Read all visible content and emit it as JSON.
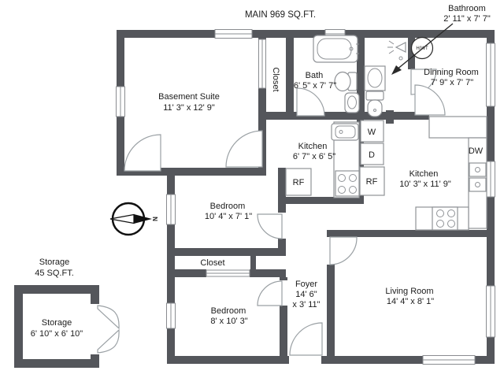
{
  "title": "MAIN  969 SQ.FT.",
  "callout": {
    "name": "Bathroom",
    "dims": "2' 11\" x 7' 7\""
  },
  "rooms": {
    "basement_suite": {
      "name": "Basement Suite",
      "dims": "11' 3\" x 12' 9\""
    },
    "closet_top": {
      "name": "Closet"
    },
    "bath": {
      "name": "Bath",
      "dims": "6' 5\" x 7' 7\""
    },
    "dining": {
      "name": "Dinning Room",
      "dims": "7' 9\" x 7' 7\""
    },
    "kitchen_small": {
      "name": "Kitchen",
      "dims": "6' 7\" x 6' 5\""
    },
    "kitchen_main": {
      "name": "Kitchen",
      "dims": "10' 3\" x 11' 9\""
    },
    "bedroom_mid": {
      "name": "Bedroom",
      "dims": "10' 4\" x 7' 1\""
    },
    "closet_mid": {
      "name": "Closet"
    },
    "foyer": {
      "name": "Foyer",
      "dims_line1": "14' 6\"",
      "dims_line2": "x 3' 11\""
    },
    "bedroom_bottom": {
      "name": "Bedroom",
      "dims": "8' x 10' 3\""
    },
    "living": {
      "name": "Living Room",
      "dims": "14' 4\" x 8' 1\""
    },
    "storage_callout": {
      "name": "Storage",
      "dims": "45 SQ.FT."
    },
    "storage_room": {
      "name": "Storage",
      "dims": "6' 10\" x 6' 10\""
    }
  },
  "appliances": {
    "washer": "W",
    "dryer": "D",
    "fridge_small": "RF",
    "fridge_main": "RF",
    "dishwasher": "DW",
    "hot_water_tank": "H/WT"
  },
  "compass": {
    "north": "N"
  },
  "colors": {
    "wall": "#54565b",
    "fixture_line": "#8f9296",
    "text": "#1c1c1c",
    "background": "#ffffff"
  }
}
